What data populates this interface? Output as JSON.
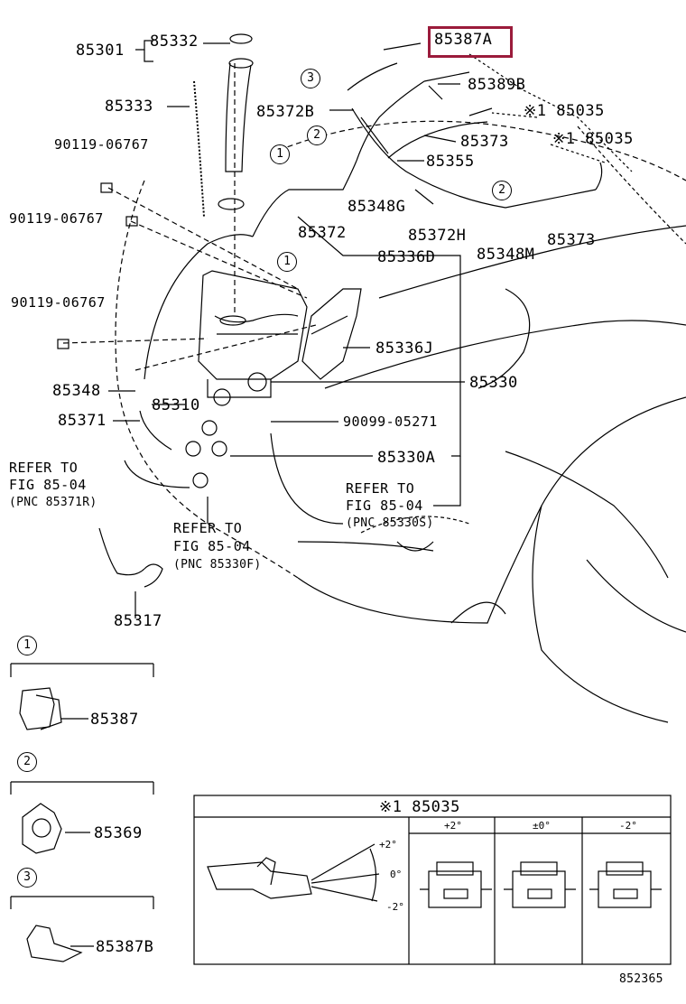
{
  "callouts": {
    "p85301": "85301",
    "p85332": "85332",
    "p85333": "85333",
    "p90119a": "90119-06767",
    "p90119b": "90119-06767",
    "p90119c": "90119-06767",
    "p85348": "85348",
    "p85371": "85371",
    "p85310": "85310",
    "p85317": "85317",
    "p85387A": "85387A",
    "p85389B": "85389B",
    "p85035a": "※1 85035",
    "p85035b": "※1 85035",
    "p85372B": "85372B",
    "p85373a": "85373",
    "p85355": "85355",
    "p85348G": "85348G",
    "p85372": "85372",
    "p85372H": "85372H",
    "p85373b": "85373",
    "p85348M": "85348M",
    "p85336D": "85336D",
    "p85336J": "85336J",
    "p85330": "85330",
    "p90099": "90099-05271",
    "p85330A": "85330A"
  },
  "refer_notes": {
    "r1_line1": "REFER TO",
    "r1_line2": "FIG 85-04",
    "r1_line3": "(PNC 85371R)",
    "r2_line1": "REFER TO",
    "r2_line2": "FIG 85-04",
    "r2_line3": "(PNC 85330F)",
    "r3_line1": "REFER TO",
    "r3_line2": "FIG 85-04",
    "r3_line3": "(PNC 85330S)"
  },
  "circle_markers": {
    "c1": "1",
    "c2": "2",
    "c3": "3"
  },
  "legend": {
    "item1_num": "1",
    "item1_part": "85387",
    "item2_num": "2",
    "item2_part": "85369",
    "item3_num": "3",
    "item3_part": "85387B"
  },
  "nozzle_table": {
    "title": "※1 85035",
    "col1": "+2°",
    "col2": "±0°",
    "col3": "-2°",
    "angle_plus": "+2°",
    "angle_zero": "0°",
    "angle_minus": "-2°"
  },
  "figure_id": "852365",
  "colors": {
    "highlight": "#9b1b3b",
    "line": "#000000"
  }
}
